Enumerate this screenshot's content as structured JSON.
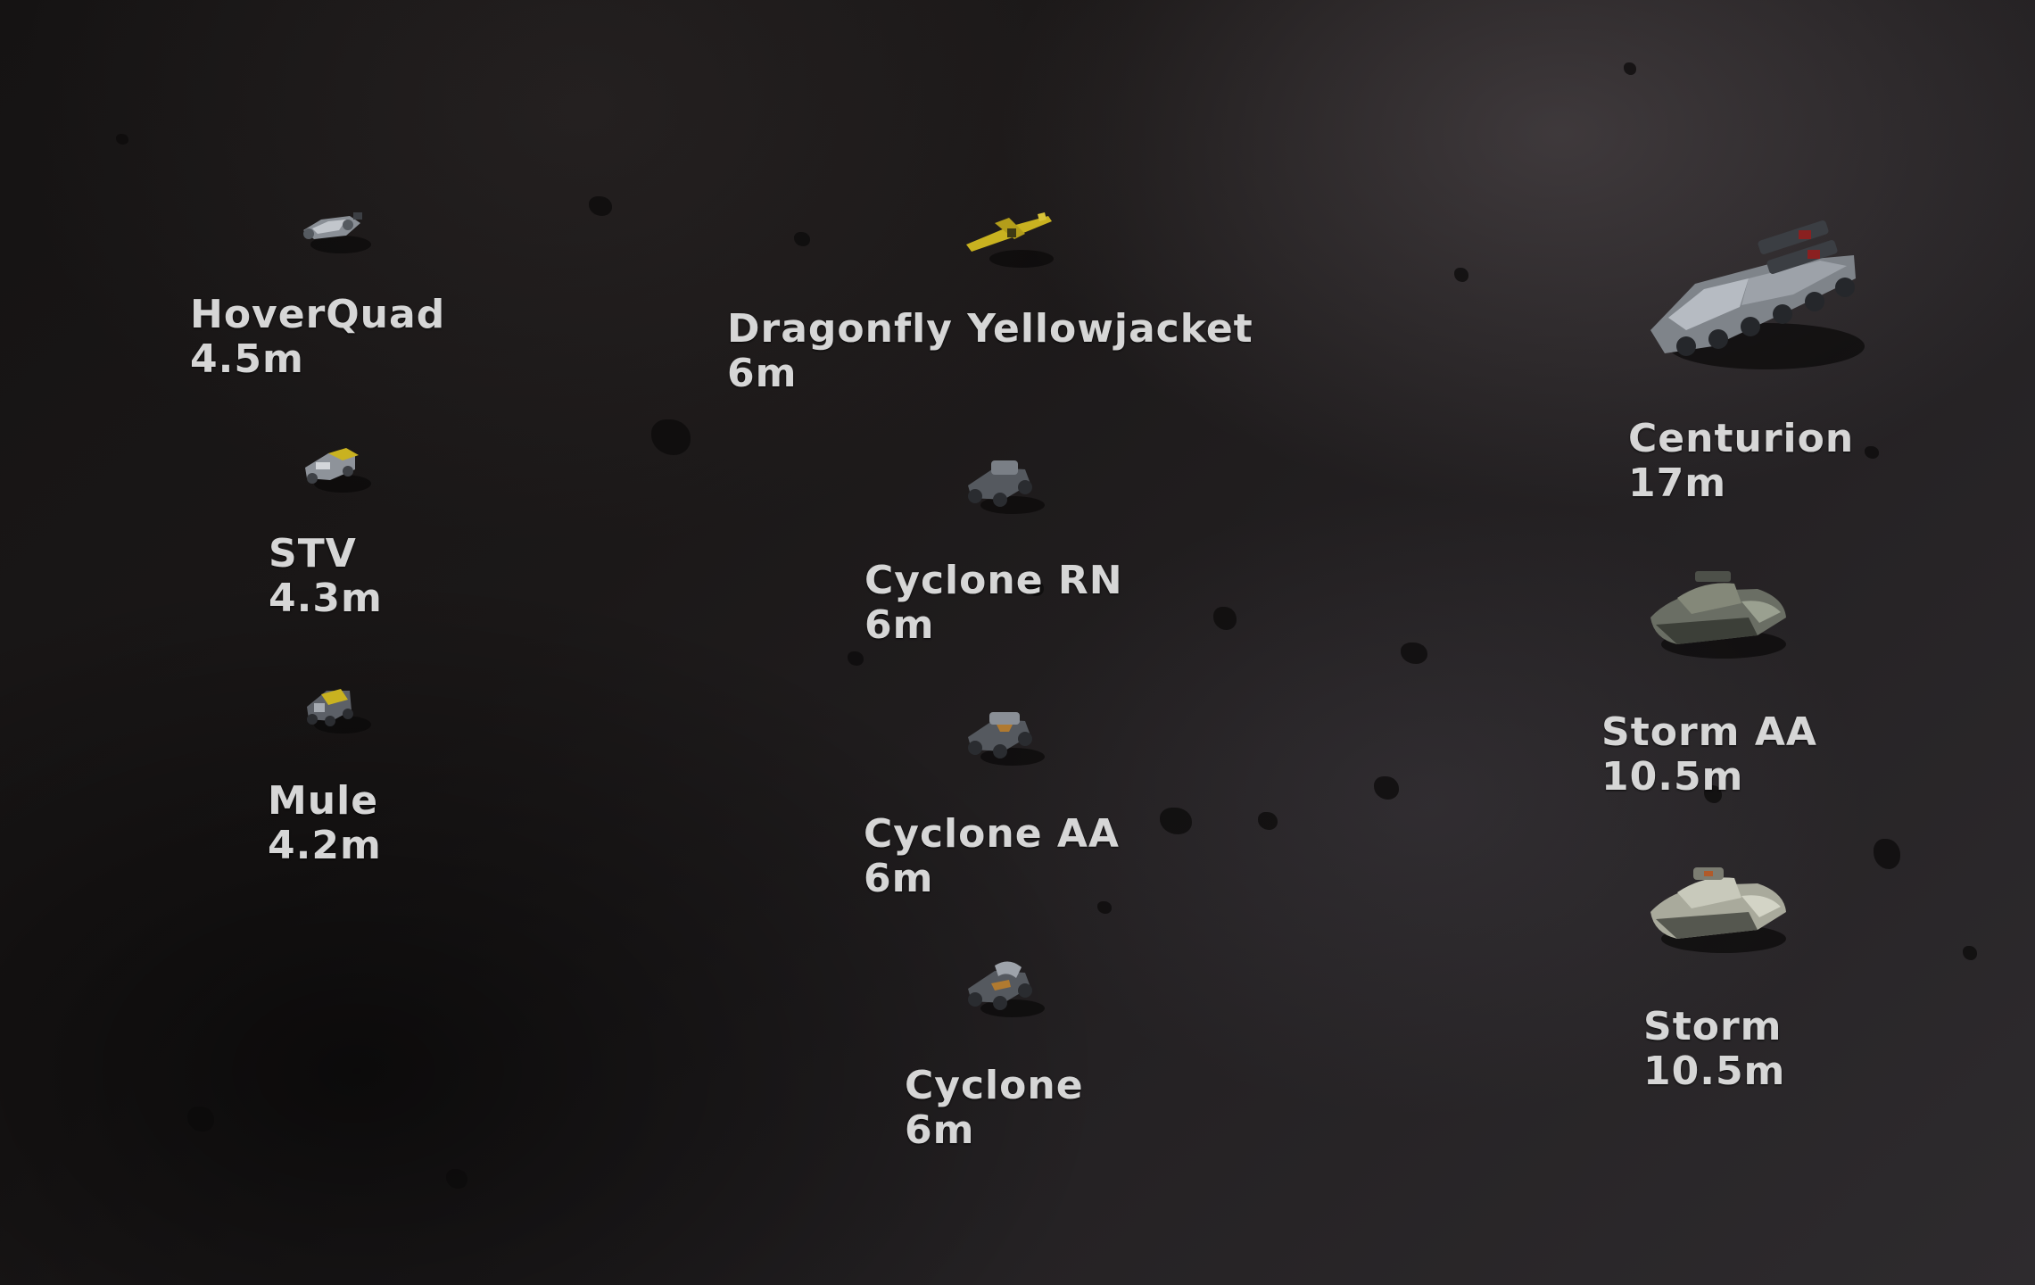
{
  "units": [
    {
      "id": "hoverquad",
      "name": "HoverQuad",
      "size": "4.5m",
      "icon": "hoverquad-icon"
    },
    {
      "id": "stv",
      "name": "STV",
      "size": "4.3m",
      "icon": "stv-icon"
    },
    {
      "id": "mule",
      "name": "Mule",
      "size": "4.2m",
      "icon": "mule-icon"
    },
    {
      "id": "dragonfly",
      "name": "Dragonfly Yellowjacket",
      "size": "6m",
      "icon": "dragonfly-icon"
    },
    {
      "id": "cyclone-rn",
      "name": "Cyclone RN",
      "size": "6m",
      "icon": "cyclone-rn-icon"
    },
    {
      "id": "cyclone-aa",
      "name": "Cyclone AA",
      "size": "6m",
      "icon": "cyclone-aa-icon"
    },
    {
      "id": "cyclone",
      "name": "Cyclone",
      "size": "6m",
      "icon": "cyclone-icon"
    },
    {
      "id": "centurion",
      "name": "Centurion",
      "size": "17m",
      "icon": "centurion-icon"
    },
    {
      "id": "storm-aa",
      "name": "Storm AA",
      "size": "10.5m",
      "icon": "storm-aa-icon"
    },
    {
      "id": "storm",
      "name": "Storm",
      "size": "10.5m",
      "icon": "storm-icon"
    }
  ],
  "colors": {
    "text": "#d6d6d6",
    "yellow": "#c9b220",
    "hull": "#7f848a"
  }
}
